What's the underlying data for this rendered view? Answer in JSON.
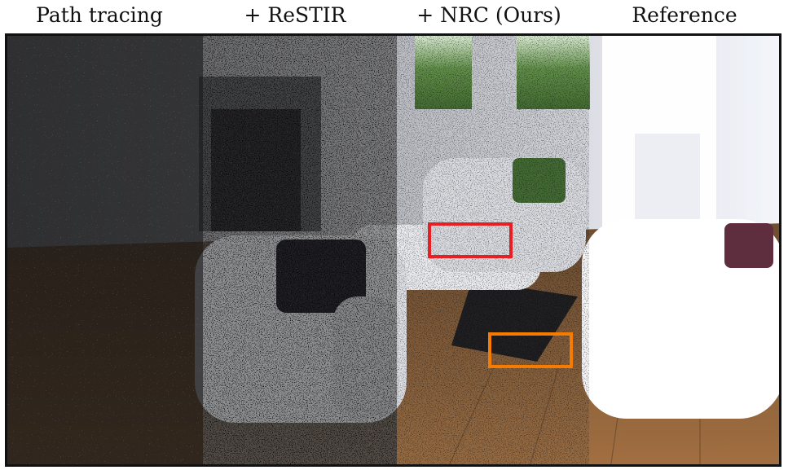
{
  "columns": [
    {
      "label": "Path tracing"
    },
    {
      "label": "+ ReSTIR"
    },
    {
      "label": "+ NRC (Ours)"
    },
    {
      "label": "Reference"
    }
  ],
  "highlights": [
    {
      "color": "#e81e25"
    },
    {
      "color": "#f57c00"
    }
  ]
}
